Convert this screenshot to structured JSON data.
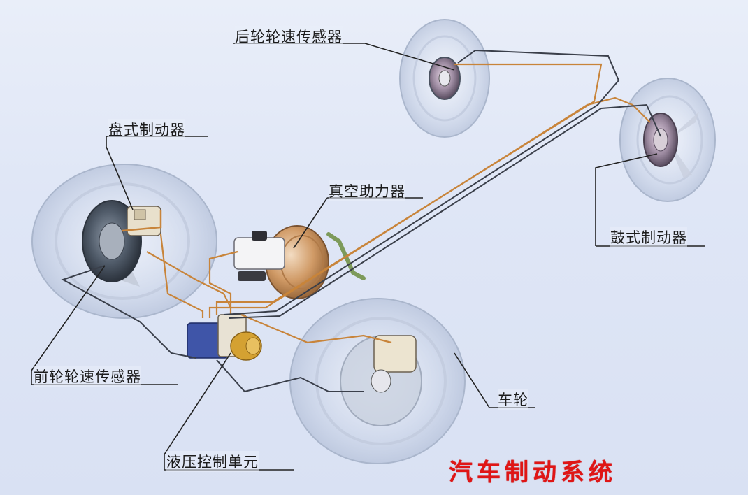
{
  "title": "汽车制动系统",
  "labels": {
    "rear_wheel_speed_sensor": "后轮轮速传感器",
    "disc_brake": "盘式制动器",
    "vacuum_booster": "真空助力器",
    "drum_brake": "鼓式制动器",
    "front_wheel_speed_sensor": "前轮轮速传感器",
    "wheel": "车轮",
    "hydraulic_control_unit": "液压控制单元"
  },
  "colors": {
    "title": "#e01515",
    "brake_line": "#c8843a",
    "sensor_wire": "#3a3f4a",
    "background": "#e0e7f6"
  }
}
